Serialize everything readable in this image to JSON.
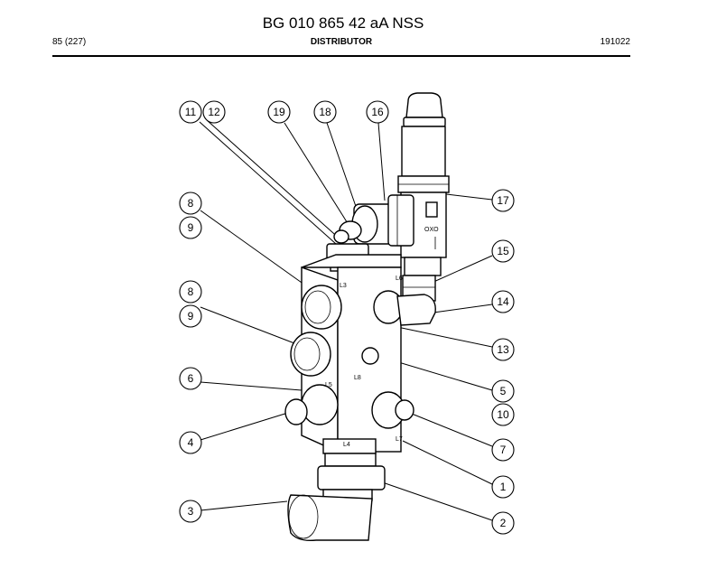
{
  "header": {
    "document_code": "BG 010 865 42 aA NSS",
    "page": "85 (227)",
    "section": "DISTRIBUTOR",
    "date_code": "191022"
  },
  "port_labels": [
    "L3",
    "L6",
    "L5",
    "L8",
    "L4",
    "L7"
  ],
  "valve_marking": "OXO",
  "callouts": [
    {
      "id": "c11",
      "label": "11"
    },
    {
      "id": "c12",
      "label": "12"
    },
    {
      "id": "c19",
      "label": "19"
    },
    {
      "id": "c18",
      "label": "18"
    },
    {
      "id": "c16",
      "label": "16"
    },
    {
      "id": "c17",
      "label": "17"
    },
    {
      "id": "c8a",
      "label": "8"
    },
    {
      "id": "c9a",
      "label": "9"
    },
    {
      "id": "c15",
      "label": "15"
    },
    {
      "id": "c8b",
      "label": "8"
    },
    {
      "id": "c9b",
      "label": "9"
    },
    {
      "id": "c14",
      "label": "14"
    },
    {
      "id": "c13",
      "label": "13"
    },
    {
      "id": "c6",
      "label": "6"
    },
    {
      "id": "c5",
      "label": "5"
    },
    {
      "id": "c10",
      "label": "10"
    },
    {
      "id": "c4",
      "label": "4"
    },
    {
      "id": "c7",
      "label": "7"
    },
    {
      "id": "c1",
      "label": "1"
    },
    {
      "id": "c3",
      "label": "3"
    },
    {
      "id": "c2",
      "label": "2"
    }
  ]
}
